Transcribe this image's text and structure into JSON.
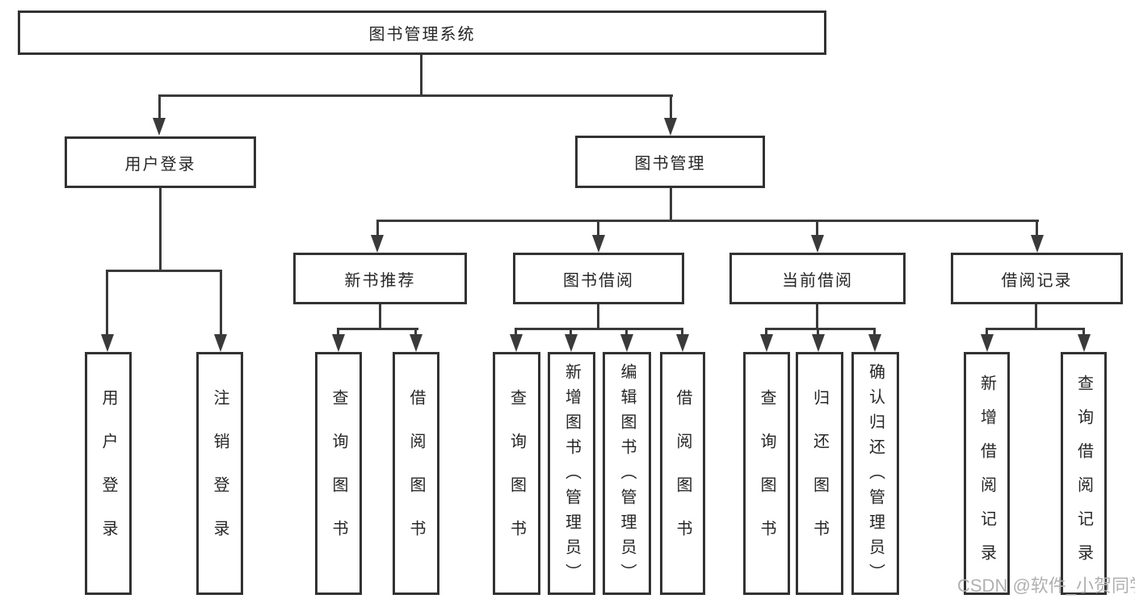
{
  "title": {
    "label": "图书管理系统"
  },
  "level2": {
    "user_login": {
      "label": "用户登录"
    },
    "book_management": {
      "label": "图书管理"
    }
  },
  "level3": {
    "new_book_recommend": {
      "label": "新书推荐"
    },
    "book_borrow": {
      "label": "图书借阅"
    },
    "current_borrow": {
      "label": "当前借阅"
    },
    "borrow_records": {
      "label": "借阅记录"
    }
  },
  "leaves": [
    {
      "label": "用户登录"
    },
    {
      "label": "注销登录"
    },
    {
      "label": "查询图书"
    },
    {
      "label": "借阅图书"
    },
    {
      "label": "查询图书"
    },
    {
      "label": "新增图书（管理员）"
    },
    {
      "label": "编辑图书（管理员）"
    },
    {
      "label": "借阅图书"
    },
    {
      "label": "查询图书"
    },
    {
      "label": "归还图书"
    },
    {
      "label": "确认归还（管理员）"
    },
    {
      "label": "新增借阅记录"
    },
    {
      "label": "查询借阅记录"
    }
  ],
  "watermark": {
    "text": "CSDN @软件_小贺同学"
  },
  "colors": {
    "background": "#ffffff",
    "box_border": "#323232",
    "line": "#3a3a3a",
    "text": "#262626",
    "watermark": "#b0b0b0"
  }
}
